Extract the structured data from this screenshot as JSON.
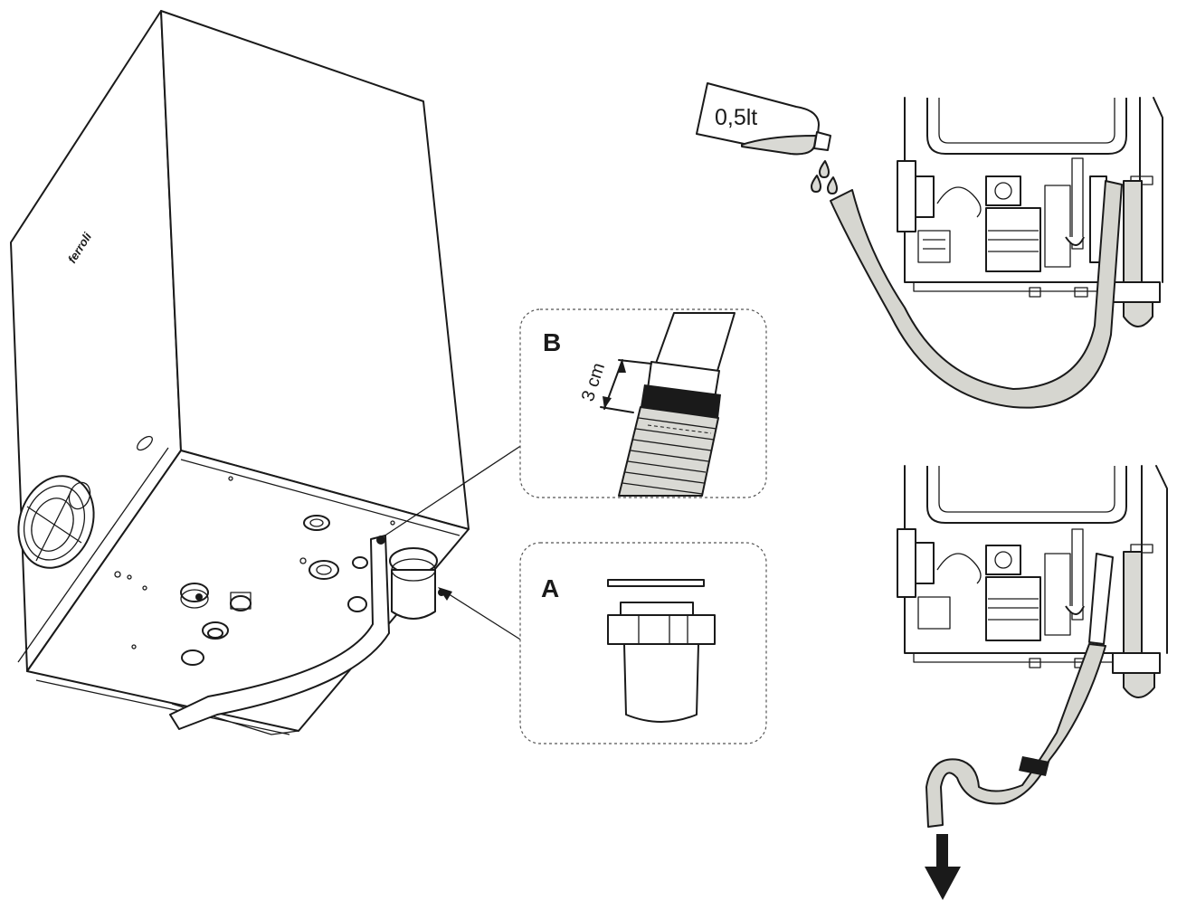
{
  "boiler": {
    "brand": "ferroli"
  },
  "detail_b": {
    "label": "B",
    "dimension": "3 cm"
  },
  "detail_a": {
    "label": "A"
  },
  "bottle": {
    "volume": "0,5lt"
  },
  "icons": {
    "drain_arrow": "arrow-down-icon",
    "water_drops": "water-drop-icon"
  },
  "colors": {
    "line": "#1a1a1a",
    "hose_fill": "#d6d6d0",
    "background": "#ffffff"
  }
}
